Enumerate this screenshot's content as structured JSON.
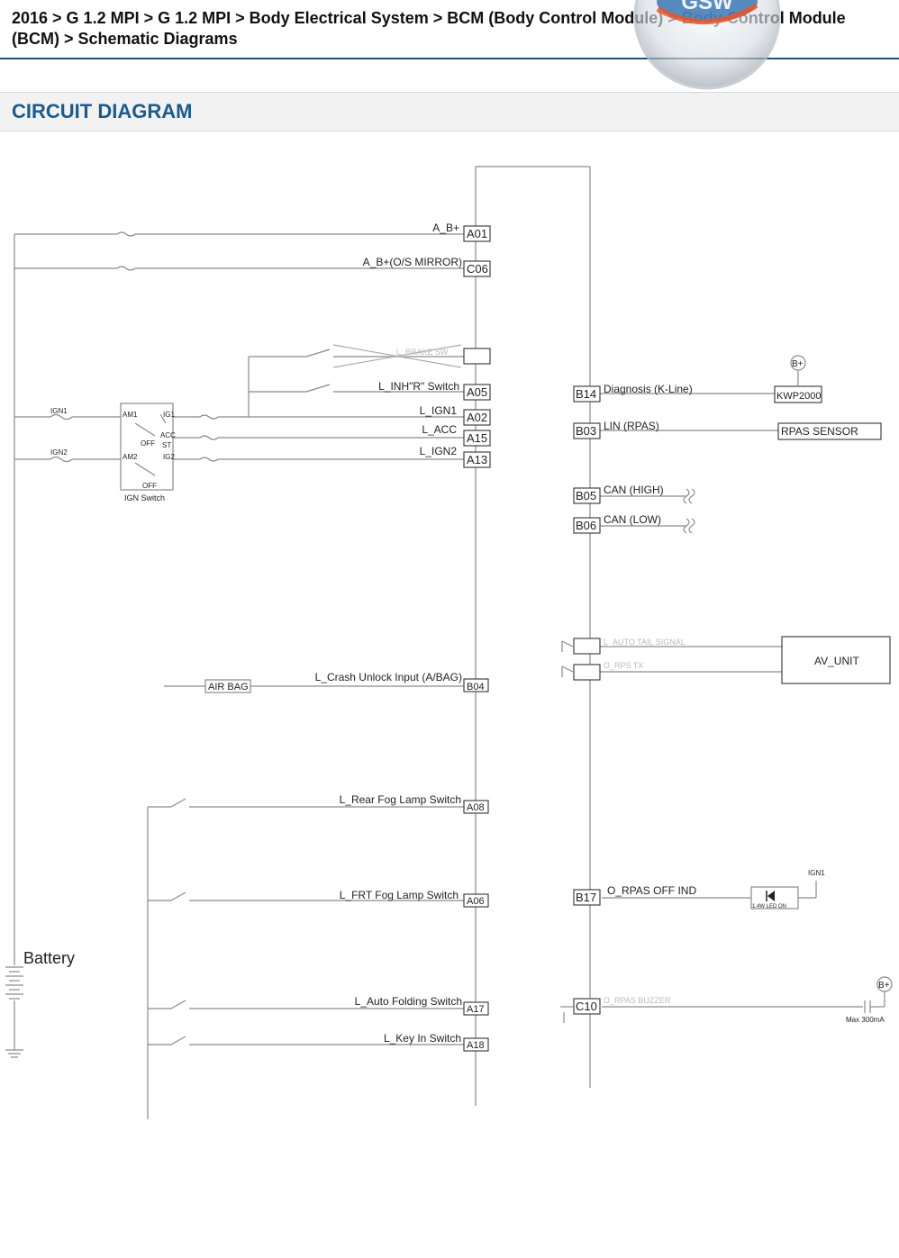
{
  "header": {
    "breadcrumb": "2016 > G 1.2 MPI > G 1.2 MPI > Body Electrical System > BCM (Body Control Module) > Body Control Module (BCM) > Schematic Diagrams",
    "logo_text": "GSW"
  },
  "section": {
    "title": "CIRCUIT DIAGRAM"
  },
  "diagram": {
    "left_inputs": [
      {
        "label": "A_B+",
        "pin": "A01"
      },
      {
        "label": "A_B+(O/S MIRROR)",
        "pin": "C06"
      },
      {
        "label": "L_INH\"R\" Switch",
        "pin": "A05"
      },
      {
        "label": "L_IGN1",
        "pin": "A02"
      },
      {
        "label": "L_ACC",
        "pin": "A15"
      },
      {
        "label": "L_IGN2",
        "pin": "A13"
      },
      {
        "label": "L_Crash Unlock Input (A/BAG)",
        "pin": "B04"
      },
      {
        "label": "L_Rear Fog Lamp Switch",
        "pin": "A08"
      },
      {
        "label": "L_FRT Fog Lamp Switch",
        "pin": "A06"
      },
      {
        "label": "L_Auto Folding Switch",
        "pin": "A17"
      },
      {
        "label": "L_Key In Switch",
        "pin": "A18"
      }
    ],
    "right_outputs": [
      {
        "pin": "B14",
        "label": "Diagnosis (K-Line)",
        "device": "KWP2000"
      },
      {
        "pin": "B03",
        "label": "LIN (RPAS)",
        "device": "RPAS SENSOR"
      },
      {
        "pin": "B05",
        "label": "CAN (HIGH)"
      },
      {
        "pin": "B06",
        "label": "CAN (LOW)"
      },
      {
        "pin": "B17",
        "label": "O_RPAS OFF IND",
        "device": "1.4W LED ON"
      },
      {
        "pin": "C10"
      }
    ],
    "ign_switch": {
      "title": "IGN Switch",
      "am1": "AM1",
      "am2": "AM2",
      "ig1": "IG1",
      "acc": "ACC",
      "off": "OFF",
      "st": "ST",
      "ig2": "IG2",
      "off2": "OFF"
    },
    "fuses": {
      "ign1": "IGN1",
      "ign2": "IGN2"
    },
    "air_bag": "AIR BAG",
    "battery": "Battery",
    "av_unit": "AV_UNIT",
    "b_plus": "B+",
    "ign1_label": "IGN1",
    "max_current": "Max 300mA",
    "faded": {
      "l_brake": "L_BRAKE SW",
      "tail_signal": "L_AUTO TAIL SIGNAL",
      "rpas_tx": "O_RPS TX",
      "rpas_buzzer": "O_RPAS BUZZER"
    }
  },
  "colors": {
    "title_blue": "#1d5a8e",
    "rule_blue": "#1f4f7a",
    "line_gray": "#888888"
  }
}
